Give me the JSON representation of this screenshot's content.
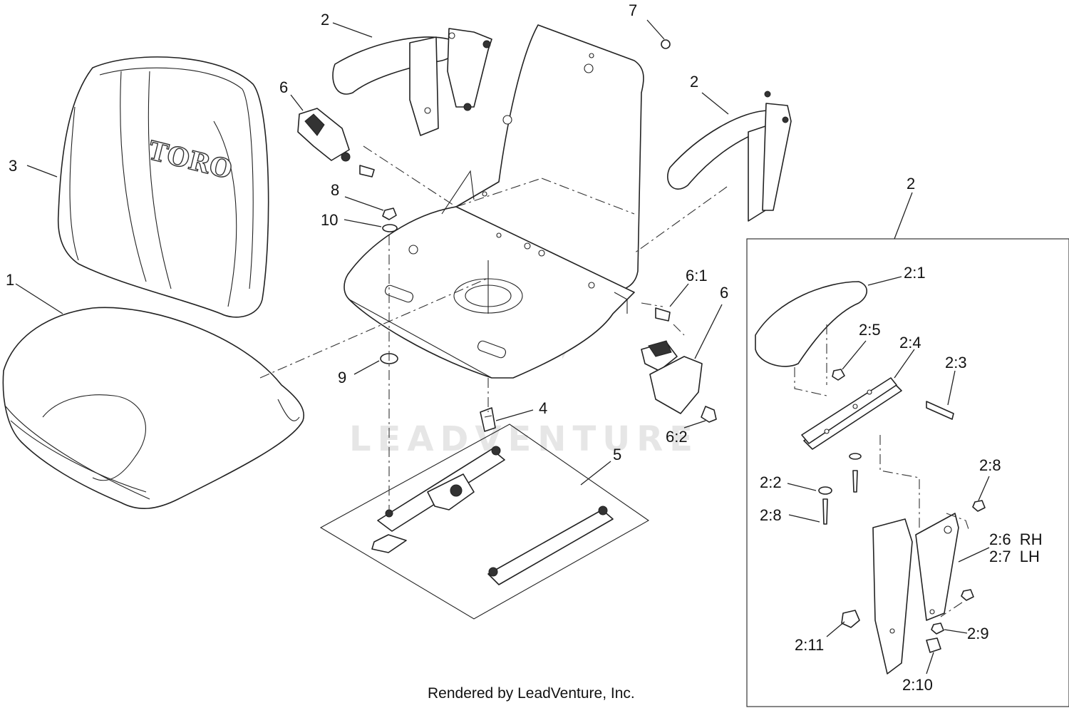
{
  "diagram": {
    "callouts": [
      {
        "id": "c1",
        "text": "1"
      },
      {
        "id": "c2a",
        "text": "2"
      },
      {
        "id": "c2b",
        "text": "2"
      },
      {
        "id": "c2c",
        "text": "2"
      },
      {
        "id": "c3",
        "text": "3"
      },
      {
        "id": "c4",
        "text": "4"
      },
      {
        "id": "c5",
        "text": "5"
      },
      {
        "id": "c6a",
        "text": "6"
      },
      {
        "id": "c6b",
        "text": "6"
      },
      {
        "id": "c61",
        "text": "6:1"
      },
      {
        "id": "c62",
        "text": "6:2"
      },
      {
        "id": "c7",
        "text": "7"
      },
      {
        "id": "c8",
        "text": "8"
      },
      {
        "id": "c9",
        "text": "9"
      },
      {
        "id": "c10",
        "text": "10"
      },
      {
        "id": "c21",
        "text": "2:1"
      },
      {
        "id": "c22",
        "text": "2:2"
      },
      {
        "id": "c23",
        "text": "2:3"
      },
      {
        "id": "c24",
        "text": "2:4"
      },
      {
        "id": "c25",
        "text": "2:5"
      },
      {
        "id": "c26",
        "text": "2:6  RH"
      },
      {
        "id": "c27",
        "text": "2:7  LH"
      },
      {
        "id": "c28a",
        "text": "2:8"
      },
      {
        "id": "c28b",
        "text": "2:8"
      },
      {
        "id": "c29",
        "text": "2:9"
      },
      {
        "id": "c210",
        "text": "2:10"
      },
      {
        "id": "c211",
        "text": "2:11"
      }
    ],
    "seat_brand": "TORO",
    "watermark": "LEADVENTURE",
    "caption": "Rendered by LeadVenture, Inc."
  }
}
